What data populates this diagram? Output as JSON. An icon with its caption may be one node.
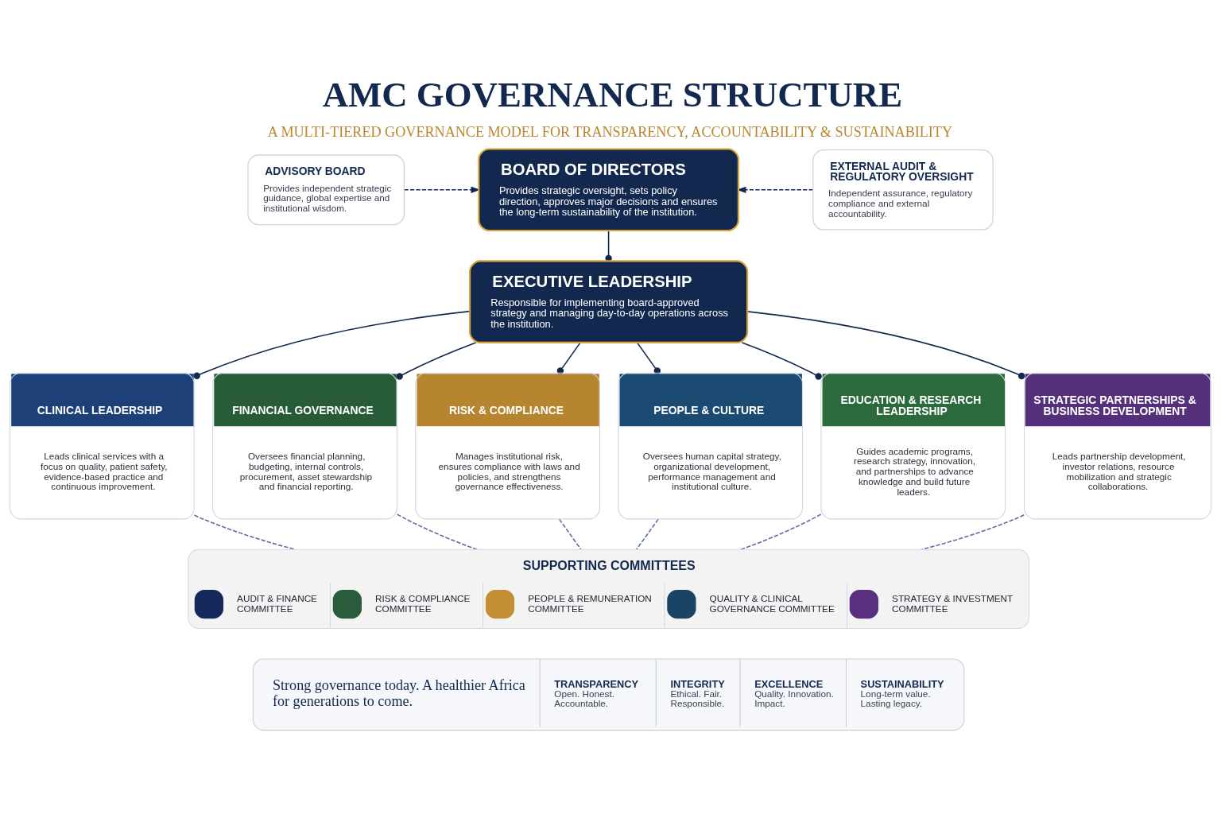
{
  "diagram": {
    "title": "AMC GOVERNANCE STRUCTURE",
    "caption": "A MULTI-TIERED GOVERNANCE MODEL FOR TRANSPARENCY, ACCOUNTABILITY & SUSTAINABILITY",
    "nodes": [
      {
        "text": [
          "BOARD OF DIRECTORS",
          "Provides strategic oversight, sets policy direction, approves major decisions and ensures the long-term sustainability of the institution."
        ]
      },
      {
        "text": [
          "ADVISORY BOARD",
          "Provides independent strategic guidance, global expertise and institutional wisdom."
        ]
      },
      {
        "text": [
          "EXTERNAL AUDIT & REGULATORY OVERSIGHT",
          "Independent assurance, regulatory compliance and external accountability."
        ]
      },
      {
        "text": [
          "EXECUTIVE LEADERSHIP",
          "Responsible for implementing board-approved strategy and managing day-to-day operations across the institution."
        ]
      },
      {
        "text": [
          "CLINICAL LEADERSHIP",
          "Leads clinical services with a focus on quality, patient safety, evidence-based practice and continuous improvement."
        ]
      },
      {
        "text": [
          "FINANCIAL GOVERNANCE",
          "Oversees financial planning, budgeting, internal controls, procurement, asset stewardship and financial reporting."
        ]
      },
      {
        "text": [
          "RISK & COMPLIANCE",
          "Manages institutional risk, ensures compliance with laws and policies, and strengthens governance effectiveness."
        ]
      },
      {
        "text": [
          "PEOPLE & CULTURE",
          "Oversees human capital strategy, organizational development, performance management and institutional culture."
        ]
      },
      {
        "text": [
          "EDUCATION & RESEARCH LEADERSHIP",
          "Guides academic programs, research strategy, innovation, and partnerships to advance knowledge and build future leaders."
        ]
      },
      {
        "text": [
          "STRATEGIC PARTNERSHIPS & BUSINESS DEVELOPMENT",
          "Leads partnership development, investor relations, resource mobilization and strategic collaborations."
        ]
      },
      {
        "text": [
          "SUPPORTING COMMITTEES",
          "AUDIT & FINANCE COMMITTEE",
          "RISK & COMPLIANCE COMMITTEE",
          "PEOPLE & REMUNERATION COMMITTEE",
          "QUALITY & CLINICAL GOVERNANCE COMMITTEE",
          "STRATEGY & INVESTMENT COMMITTEE"
        ]
      },
      {
        "text": [
          "Strong governance today. A healthier Africa for generations to come.",
          "TRANSPARENCY",
          "Open. Honest. Accountable.",
          "INTEGRITY",
          "Ethical. Fair. Responsible.",
          "EXCELLENCE",
          "Quality. Innovation. Impact.",
          "SUSTAINABILITY",
          "Long-term value. Lasting legacy."
        ]
      }
    ],
    "edges": [
      {
        "from": 1,
        "to": 0,
        "arrow": "to",
        "style": "dashed"
      },
      {
        "from": 2,
        "to": 0,
        "arrow": "to",
        "style": "dashed"
      },
      {
        "from": 0,
        "to": 3,
        "arrow": "other"
      },
      {
        "from": 3,
        "to": 4,
        "arrow": "other"
      },
      {
        "from": 3,
        "to": 5,
        "arrow": "other"
      },
      {
        "from": 3,
        "to": 6,
        "arrow": "other"
      },
      {
        "from": 3,
        "to": 7,
        "arrow": "other"
      },
      {
        "from": 3,
        "to": 8,
        "arrow": "other"
      },
      {
        "from": 3,
        "to": 9,
        "arrow": "other"
      },
      {
        "from": 4,
        "to": 10,
        "arrow": "none",
        "style": "dashed",
        "color": "#5b6ea6"
      },
      {
        "from": 5,
        "to": 10,
        "arrow": "none",
        "style": "dashed",
        "color": "#5b6ea6"
      },
      {
        "from": 6,
        "to": 10,
        "arrow": "none",
        "style": "dashed",
        "color": "#5b6ea6"
      },
      {
        "from": 7,
        "to": 10,
        "arrow": "none",
        "style": "dashed",
        "color": "#5b6ea6"
      },
      {
        "from": 8,
        "to": 10,
        "arrow": "none",
        "style": "dashed",
        "color": "#5b6ea6"
      },
      {
        "from": 9,
        "to": 10,
        "arrow": "none",
        "style": "dashed",
        "color": "#5b6ea6"
      }
    ]
  }
}
